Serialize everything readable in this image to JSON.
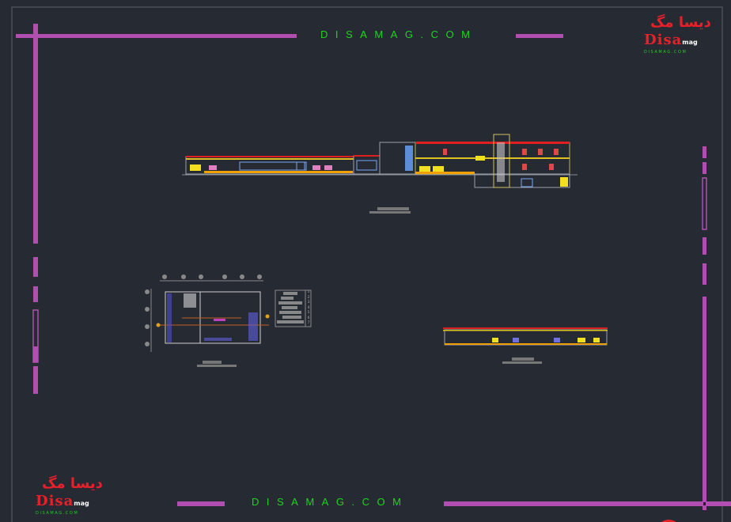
{
  "watermark": {
    "top": "DISAMAG.COM",
    "bottom": "DISAMAG.COM"
  },
  "logo": {
    "persian": "دیسا مگ",
    "brand": "Disa",
    "suffix": "mag",
    "url": "DISAMAG.COM"
  },
  "colors": {
    "background": "#262a33",
    "frame_bar": "#b04fb0",
    "watermark": "#1fd41f",
    "logo_red": "#e8202a"
  },
  "schedule_rows": [
    "1",
    "2",
    "3",
    "4",
    "5",
    "6",
    "7"
  ]
}
